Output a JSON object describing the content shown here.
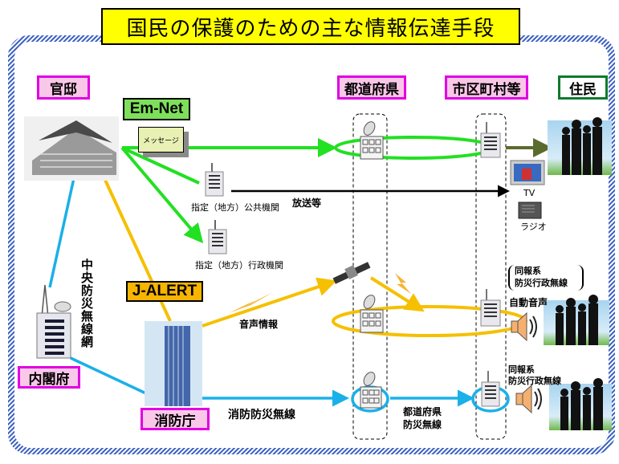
{
  "title": "国民の保護のための主な情報伝達手段",
  "colors": {
    "title_bg": "#ffff00",
    "frame": "#3a5fc0",
    "em_net": "#22e022",
    "j_alert": "#f5c000",
    "fire_radio": "#1ab0e8",
    "broadcast": "#000000",
    "residents_arrow": "#5a6b2e",
    "label_pink_border": "#e100e1",
    "label_pink_bg": "#f9c8e8",
    "label_green_border": "#117a2e"
  },
  "labels": {
    "kantei": "官邸",
    "prefecture": "都道府県",
    "municipality": "市区町村等",
    "residents": "住民",
    "cabinet_office": "内閣府",
    "fire_agency": "消防庁"
  },
  "systems": {
    "em_net": "Em-Net",
    "j_alert": "J-ALERT"
  },
  "message_note": "メッセージ",
  "nodes": {
    "designated_public": "指定（地方）公共機関",
    "designated_admin": "指定（地方）行政機関"
  },
  "links": {
    "broadcast": "放送等",
    "voice_info": "音声情報",
    "central_radio": "中央防災無線網",
    "fire_radio": "消防防災無線",
    "pref_radio_line1": "都道府県",
    "pref_radio_line2": "防災無線"
  },
  "receivers": {
    "tv": "TV",
    "radio": "ラジオ",
    "simul_line1": "同報系",
    "simul_line2": "防災行政無線",
    "auto_voice": "自動音声",
    "simul2_line1": "同報系",
    "simul2_line2": "防災行政無線"
  },
  "icons": [
    "building-icon",
    "antenna-tower-icon",
    "satellite-dish-icon",
    "satellite-icon",
    "lightning-icon",
    "tv-icon",
    "radio-icon",
    "speaker-icon",
    "people-silhouette-icon",
    "skyscraper-icon"
  ]
}
